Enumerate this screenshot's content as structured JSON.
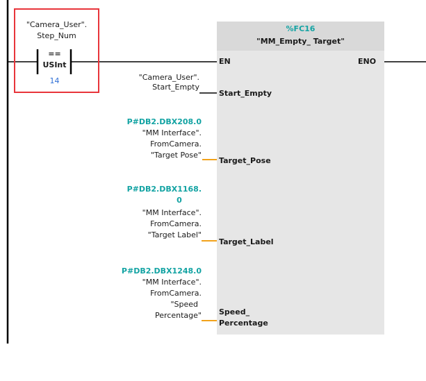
{
  "compare_contact": {
    "operand_line1": "\"Camera_User\".",
    "operand_line2": "Step_Num",
    "operator": "==",
    "data_type": "USInt",
    "value": "14"
  },
  "function_block": {
    "address": "%FC16",
    "name": "\"MM_Empty_ Target\"",
    "en_label": "EN",
    "eno_label": "ENO"
  },
  "inputs": [
    {
      "pin": "Start_Empty",
      "address": "",
      "tag_lines": [
        "\"Camera_User\".",
        "Start_Empty"
      ]
    },
    {
      "pin": "Target_Pose",
      "address": "P#DB2.DBX208.0",
      "tag_lines": [
        "\"MM Interface\".",
        "FromCamera.",
        "\"Target Pose\""
      ]
    },
    {
      "pin": "Target_Label",
      "address_lines": [
        "P#DB2.DBX1168.",
        "0"
      ],
      "tag_lines": [
        "\"MM Interface\".",
        "FromCamera.",
        "\"Target Label\""
      ]
    },
    {
      "pin_lines": [
        "Speed_",
        "Percentage"
      ],
      "address": "P#DB2.DBX1248.0",
      "tag_lines": [
        "\"MM Interface\".",
        "FromCamera.",
        "\"Speed",
        "Percentage\""
      ]
    }
  ],
  "colors": {
    "wire": "#000000",
    "pointer_wire": "#f2a21a",
    "address": "#13a3a3",
    "constant": "#2f6fd6",
    "selection": "#e8343a",
    "box": "#e6e6e6"
  }
}
